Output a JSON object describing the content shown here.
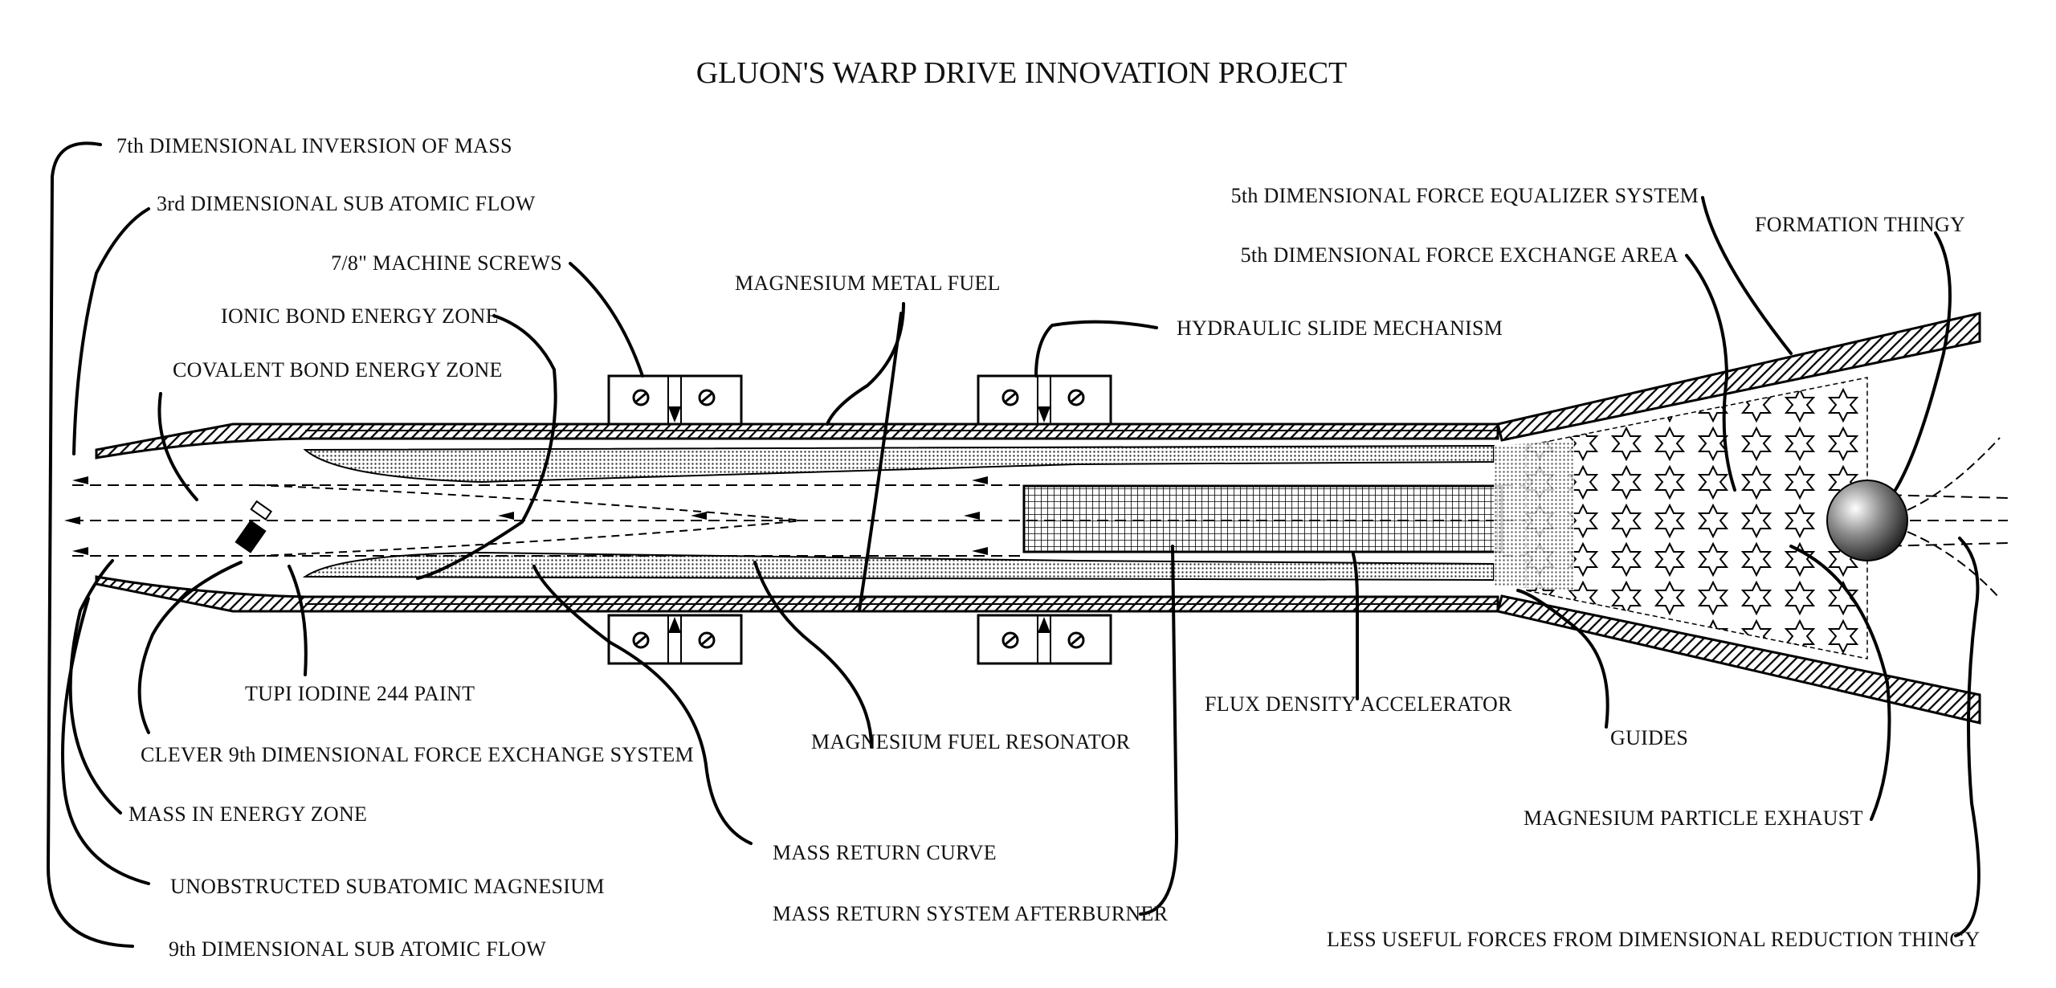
{
  "title": "GLUON'S WARP DRIVE INNOVATION PROJECT",
  "labels": {
    "inversion_of_mass": "7th DIMENSIONAL INVERSION OF MASS",
    "third_dim_flow": "3rd DIMENSIONAL SUB ATOMIC FLOW",
    "machine_screws": "7/8\" MACHINE SCREWS",
    "ionic_bond": "IONIC BOND ENERGY ZONE",
    "covalent_bond": "COVALENT BOND ENERGY ZONE",
    "magnesium_fuel": "MAGNESIUM METAL FUEL",
    "hydraulic_slide": "HYDRAULIC SLIDE MECHANISM",
    "force_equalizer": "5th DIMENSIONAL FORCE EQUALIZER SYSTEM",
    "force_exchange_area": "5th DIMENSIONAL FORCE EXCHANGE AREA",
    "formation_thingy": "FORMATION THINGY",
    "tupi_paint": "TUPI IODINE 244 PAINT",
    "clever_9th": "CLEVER 9th DIMENSIONAL FORCE EXCHANGE SYSTEM",
    "mass_energy_zone": "MASS IN ENERGY ZONE",
    "unobstructed_mg": "UNOBSTRUCTED SUBATOMIC MAGNESIUM",
    "ninth_dim_flow": "9th DIMENSIONAL SUB ATOMIC FLOW",
    "fuel_resonator": "MAGNESIUM FUEL RESONATOR",
    "mass_return_curve": "MASS RETURN CURVE",
    "afterburner": "MASS RETURN SYSTEM AFTERBURNER",
    "flux_density": "FLUX DENSITY ACCELERATOR",
    "guides": "GUIDES",
    "particle_exhaust": "MAGNESIUM PARTICLE EXHAUST",
    "less_useful": "LESS USEFUL FORCES FROM DIMENSIONAL REDUCTION THINGY"
  }
}
